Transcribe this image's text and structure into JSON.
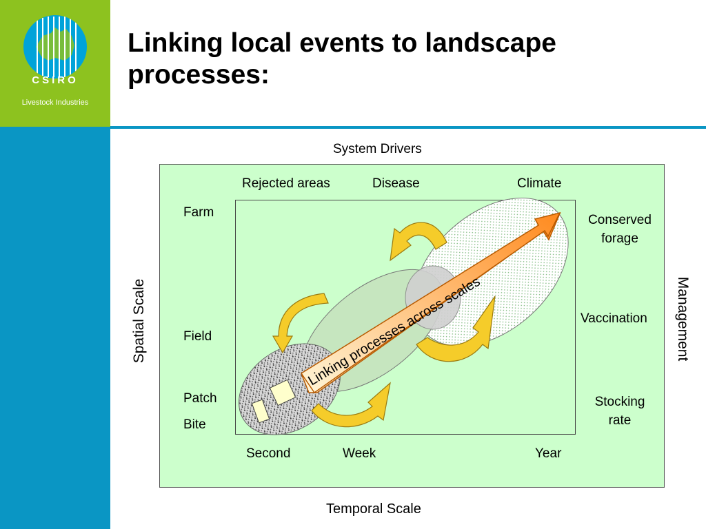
{
  "logo": {
    "name": "CSIRO",
    "subtitle": "Livestock Industries"
  },
  "title": "Linking local events to landscape processes:",
  "diagram": {
    "top_label": "System Drivers",
    "bottom_label": "Temporal Scale",
    "left_label": "Spatial Scale",
    "right_label": "Management",
    "drivers": [
      "Rejected areas",
      "Disease",
      "Climate"
    ],
    "spatial": [
      "Farm",
      "Field",
      "Patch",
      "Bite"
    ],
    "temporal": [
      "Second",
      "Week",
      "Year"
    ],
    "management": [
      "Conserved forage",
      "Vaccination",
      "Stocking rate"
    ],
    "arrow_label": "Linking processes across scales"
  }
}
